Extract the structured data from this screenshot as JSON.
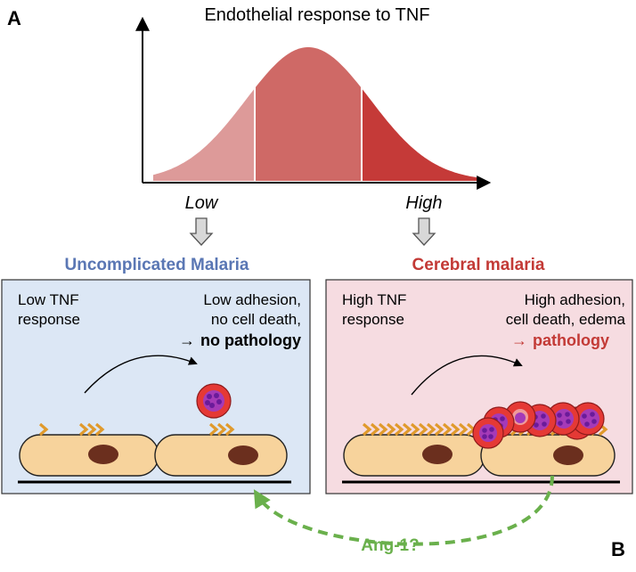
{
  "panel_a": {
    "letter": "A",
    "title": "Endothelial response to TNF",
    "low_label": "Low",
    "high_label": "High",
    "segment_colors": [
      "#dd9a99",
      "#cf6966",
      "#c53a38"
    ]
  },
  "panel_b": {
    "letter": "B",
    "uncomplicated": {
      "title": "Uncomplicated Malaria",
      "title_color": "#5a77b4",
      "box_color": "#dce7f5",
      "left_text": [
        "Low TNF",
        "response"
      ],
      "right_text": [
        "Low adhesion,",
        "no cell death,"
      ],
      "outcome_arrow": "→",
      "outcome": "no pathology"
    },
    "cerebral": {
      "title": "Cerebral malaria",
      "title_color": "#c33a36",
      "box_color": "#f6dce1",
      "left_text": [
        "High TNF",
        "response"
      ],
      "right_text": [
        "High adhesion,",
        "cell death, edema"
      ],
      "outcome_arrow": "→",
      "outcome": "pathology"
    },
    "feedback_label": "Ang-1?",
    "feedback_color": "#6ab04c"
  }
}
